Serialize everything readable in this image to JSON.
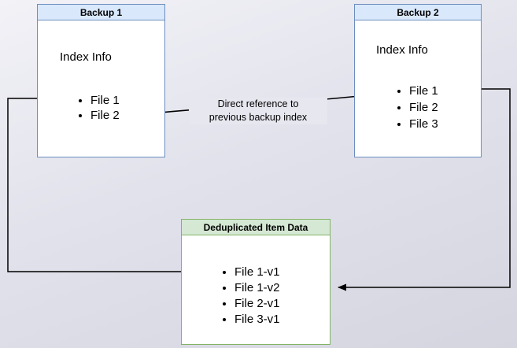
{
  "backup1": {
    "title": "Backup 1",
    "section": "Index Info",
    "files": [
      "File 1",
      "File 2"
    ]
  },
  "backup2": {
    "title": "Backup 2",
    "section": "Index Info",
    "files": [
      "File 1",
      "File 2",
      "File 3"
    ]
  },
  "dedup": {
    "title": "Deduplicated Item Data",
    "files": [
      "File 1-v1",
      "File 1-v2",
      "File 2-v1",
      "File 3-v1"
    ]
  },
  "annotation": {
    "line1": "Direct reference to",
    "line2": "previous backup index"
  },
  "colors": {
    "blue_border": "#6c8ebf",
    "blue_header": "#dae8fc",
    "green_border": "#82b366",
    "green_header": "#d5e8d4",
    "arrow": "#000000",
    "background_top": "#f2f2f7",
    "background_bottom": "#d5d5e0"
  }
}
